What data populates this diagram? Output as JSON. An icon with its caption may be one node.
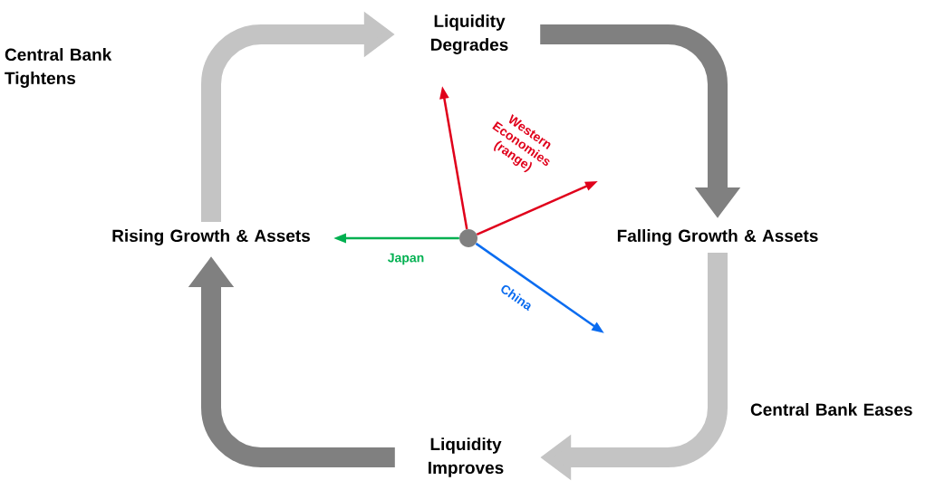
{
  "diagram": {
    "nodes": [
      {
        "text": [
          "Liquidity Degrades"
        ]
      },
      {
        "text": [
          "Falling Growth & Assets"
        ]
      },
      {
        "text": [
          "Liquidity Improves"
        ]
      },
      {
        "text": [
          "Rising Growth & Assets"
        ]
      },
      {
        "text": [],
        "shape": "circle"
      }
    ],
    "edges": [
      {
        "from": 3,
        "to": 0,
        "arrow": "to",
        "style": "thick",
        "color": "#c4c4c4"
      },
      {
        "from": 0,
        "to": 1,
        "arrow": "to",
        "style": "thick",
        "color": "#808080"
      },
      {
        "from": 1,
        "to": 2,
        "arrow": "to",
        "style": "thick",
        "color": "#c4c4c4"
      },
      {
        "from": 2,
        "to": 3,
        "arrow": "to",
        "style": "thick",
        "color": "#808080"
      },
      {
        "from": 4,
        "to": null,
        "arrow": "to",
        "color": "#e0001b"
      },
      {
        "from": 4,
        "to": null,
        "arrow": "to",
        "label": "Western Economies (range)",
        "color": "#e0001b"
      },
      {
        "from": 4,
        "to": null,
        "arrow": "to",
        "label": "Japan",
        "color": "#00b050"
      },
      {
        "from": 4,
        "to": null,
        "arrow": "to",
        "label": "China",
        "color": "#0a6cf0"
      }
    ],
    "labels": [
      "Central Bank Tightens",
      "Central Bank Eases"
    ]
  }
}
